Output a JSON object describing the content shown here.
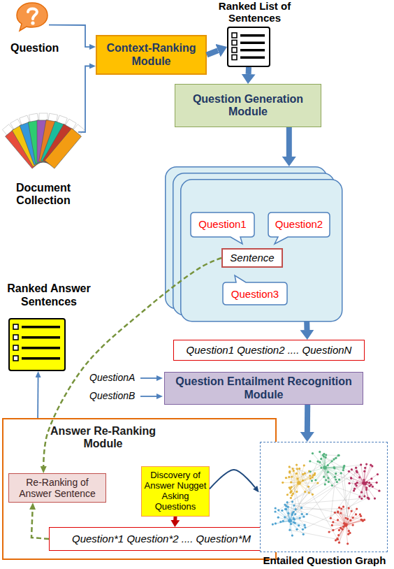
{
  "diagram": {
    "nodes": [
      {
        "text": [
          "Question"
        ]
      },
      {
        "text": [
          "Context-Ranking Module"
        ]
      },
      {
        "text": [
          "Document Collection"
        ]
      },
      {
        "text": [
          "Ranked List of Sentences"
        ]
      },
      {
        "text": [
          "Question Generation Module"
        ]
      },
      {
        "text": []
      },
      {
        "text": [
          "Question1"
        ],
        "in": 5
      },
      {
        "text": [
          "Question2"
        ],
        "in": 5
      },
      {
        "text": [
          "Sentence"
        ],
        "in": 5
      },
      {
        "text": [
          "Question3"
        ],
        "in": 5
      },
      {
        "text": [
          "Question1 Question2 .... QuestionN"
        ]
      },
      {
        "text": [
          "Question Entailment Recognition Module"
        ]
      },
      {
        "text": [
          "Answer Re-Ranking Module"
        ]
      },
      {
        "text": [
          "Discovery of Answer Nugget Asking Questions"
        ],
        "in": 12
      },
      {
        "text": [
          "Re-Ranking of Answer Sentence"
        ],
        "in": 12
      },
      {
        "text": [
          "Question*1 Question*2 .... Question*M"
        ],
        "in": 12
      },
      {
        "text": [
          "Entailed Question Graph"
        ]
      },
      {
        "text": [
          "Ranked Answer Sentences"
        ]
      }
    ],
    "edges": [
      {
        "from": 0,
        "to": 1,
        "arrow": "to"
      },
      {
        "from": 2,
        "to": 1,
        "arrow": "to"
      },
      {
        "from": 1,
        "to": 3,
        "arrow": "to"
      },
      {
        "from": 3,
        "to": 4,
        "arrow": "to"
      },
      {
        "from": 4,
        "to": 5,
        "arrow": "to"
      },
      {
        "from": 5,
        "to": 10,
        "arrow": "to"
      },
      {
        "from": 11,
        "to": 16,
        "arrow": "to"
      },
      {
        "from": 13,
        "to": 16,
        "arrow": "to"
      },
      {
        "from": 13,
        "to": 15,
        "arrow": "to"
      },
      {
        "from": 15,
        "to": 14,
        "arrow": "to"
      },
      {
        "from": 8,
        "to": 14,
        "arrow": "to"
      },
      {
        "from": 12,
        "to": 17,
        "arrow": "to"
      }
    ],
    "labels": [
      "QuestionA",
      "QuestionB"
    ]
  }
}
